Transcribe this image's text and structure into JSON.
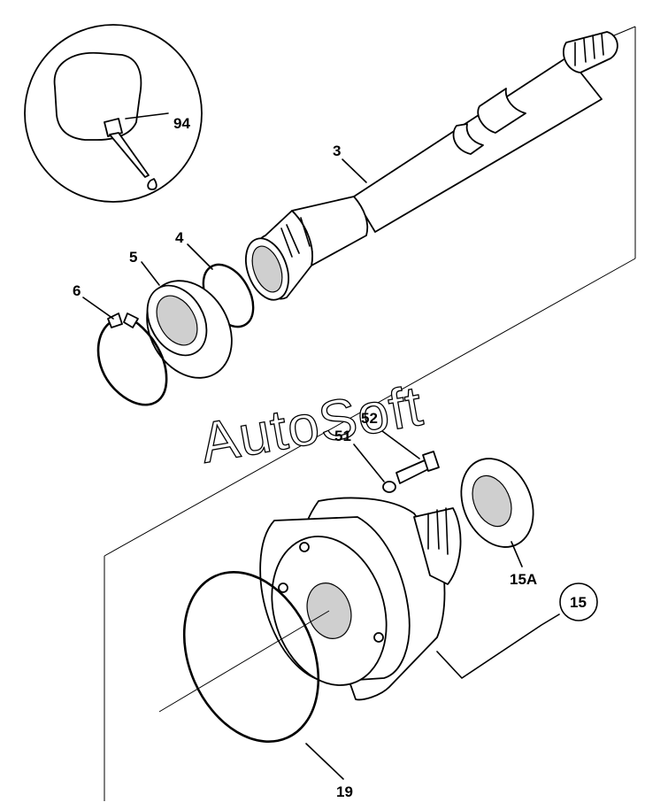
{
  "callouts": {
    "adhesive": "94",
    "shaft": "3",
    "o_ring": "4",
    "bearing": "5",
    "circlip": "6",
    "washer": "51",
    "bolt": "52",
    "thrust_washer": "15A",
    "assembly": "15",
    "seal_ring": "19"
  },
  "watermark": "AutoSoft"
}
